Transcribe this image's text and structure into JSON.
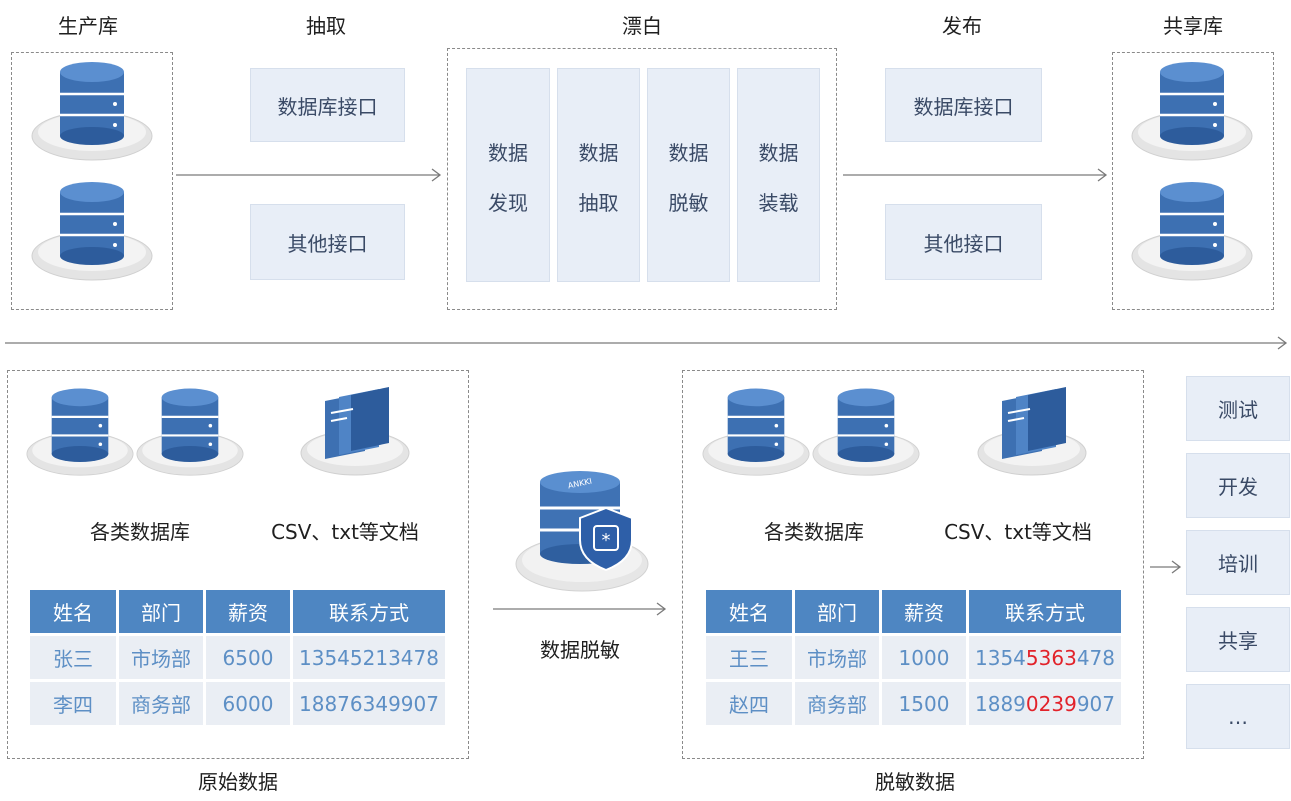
{
  "top": {
    "labels": {
      "source": "生产库",
      "extract": "抽取",
      "bleach": "漂白",
      "publish": "发布",
      "shared": "共享库"
    },
    "extract_interfaces": [
      "数据库接口",
      "其他接口"
    ],
    "bleach_steps": [
      {
        "line1": "数据",
        "line2": "发现"
      },
      {
        "line1": "数据",
        "line2": "抽取"
      },
      {
        "line1": "数据",
        "line2": "脱敏"
      },
      {
        "line1": "数据",
        "line2": "装载"
      }
    ],
    "publish_interfaces": [
      "数据库接口",
      "其他接口"
    ]
  },
  "original": {
    "db_label": "各类数据库",
    "file_label": "CSV、txt等文档",
    "table": {
      "headers": [
        "姓名",
        "部门",
        "薪资",
        "联系方式"
      ],
      "rows": [
        [
          "张三",
          "市场部",
          "6500",
          "13545213478"
        ],
        [
          "李四",
          "商务部",
          "6000",
          "18876349907"
        ]
      ]
    },
    "caption": "原始数据"
  },
  "middle": {
    "badge_text": "ANKKI",
    "caption": "数据脱敏"
  },
  "masked": {
    "db_label": "各类数据库",
    "file_label": "CSV、txt等文档",
    "table": {
      "headers": [
        "姓名",
        "部门",
        "薪资",
        "联系方式"
      ],
      "rows": [
        {
          "name": "王三",
          "dept": "市场部",
          "salary": "1000",
          "phone_pre": "1354",
          "phone_mid": "5363",
          "phone_post": "478"
        },
        {
          "name": "赵四",
          "dept": "商务部",
          "salary": "1500",
          "phone_pre": "1889",
          "phone_mid": "0239",
          "phone_post": "907"
        }
      ]
    },
    "caption": "脱敏数据"
  },
  "uses": [
    "测试",
    "开发",
    "培训",
    "共享",
    "…"
  ],
  "colors": {
    "accent": "#4e86c2",
    "panel": "#e8eef7",
    "masked_red": "#e2222a",
    "cell_text": "#5d8fc5"
  }
}
